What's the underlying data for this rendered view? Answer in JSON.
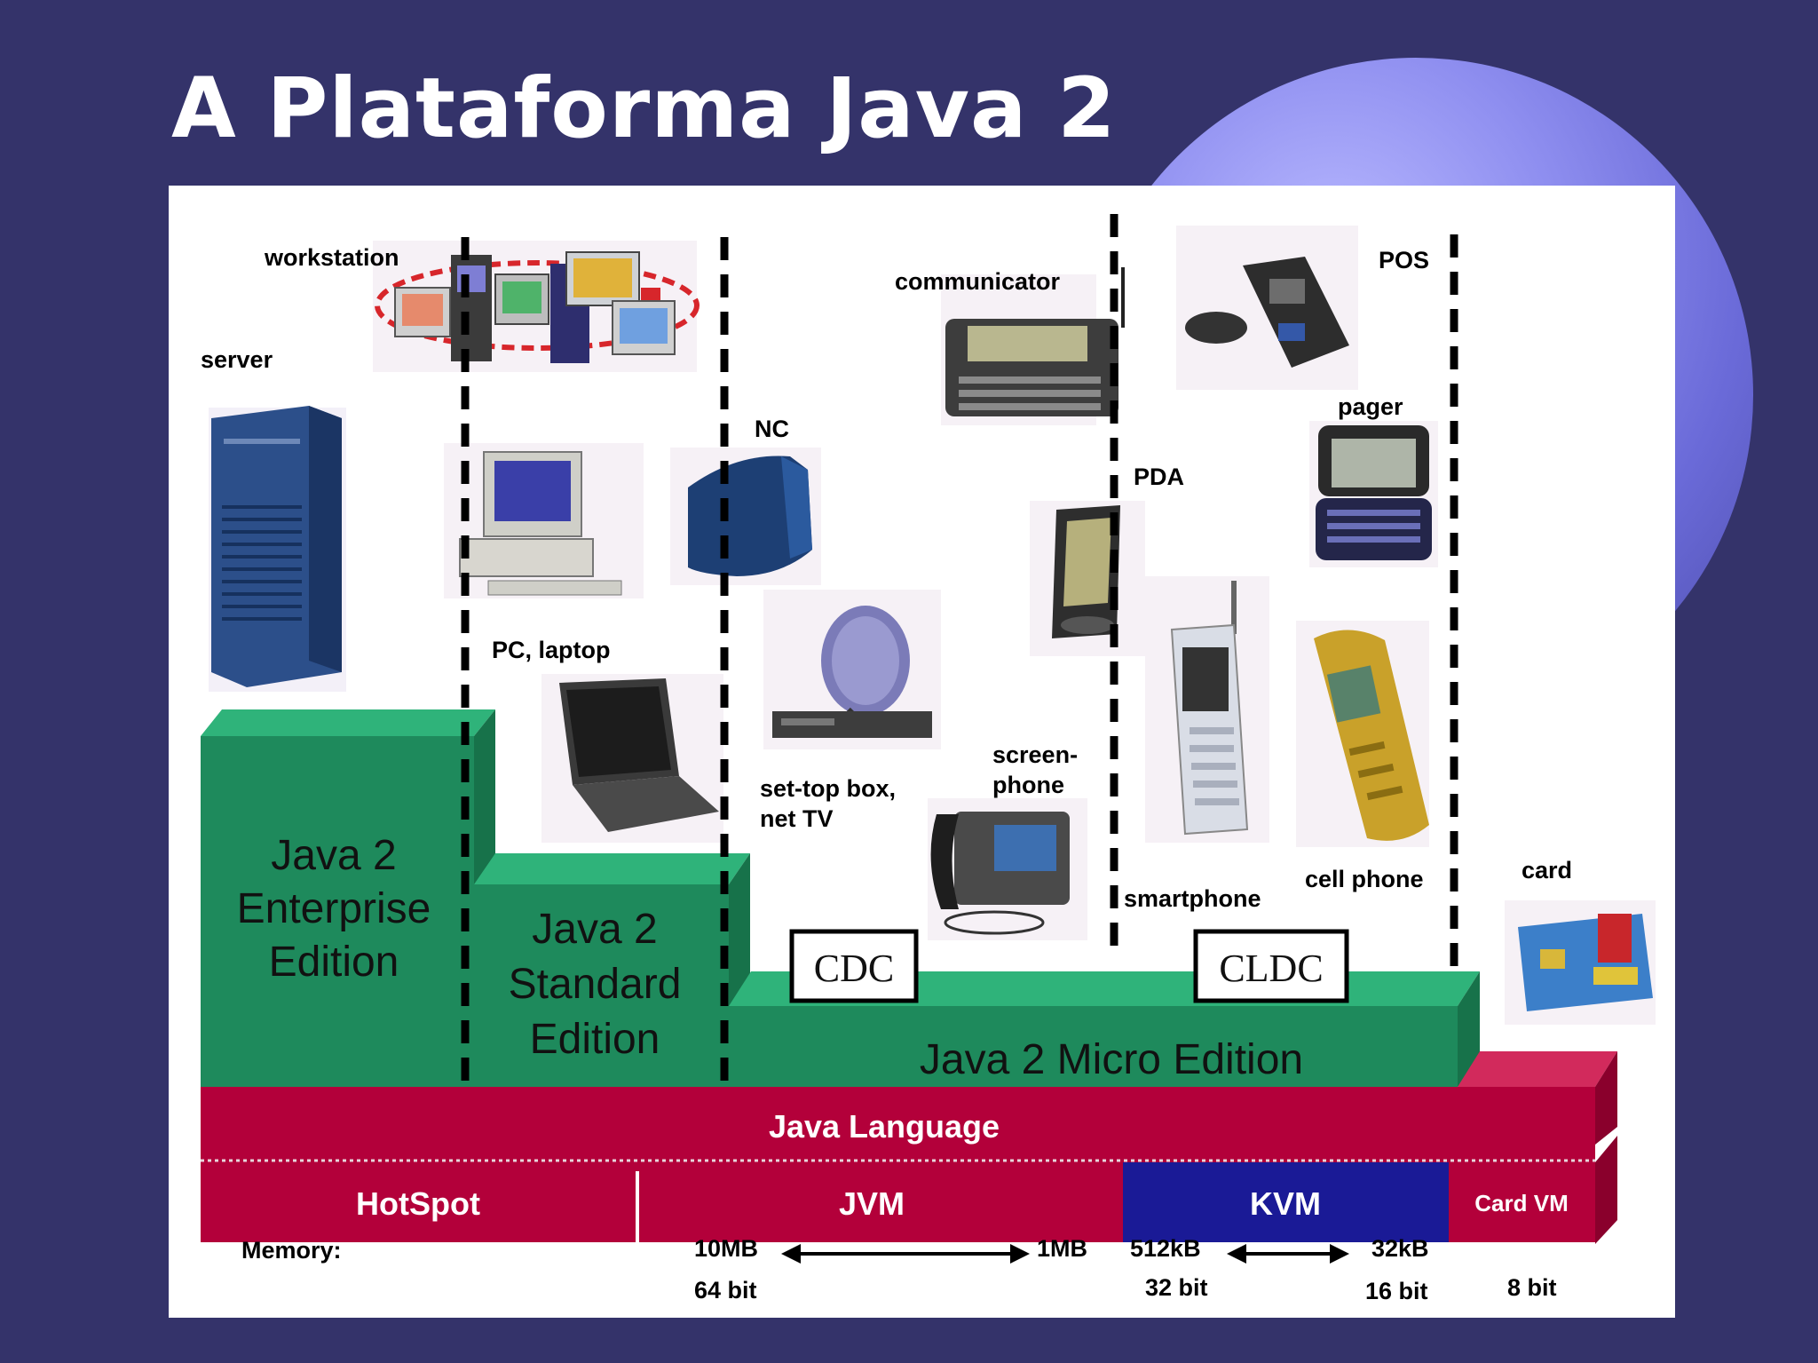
{
  "slide": {
    "title": "A Plataforma Java 2"
  },
  "diagram": {
    "devices": {
      "workstation": "workstation",
      "server": "server",
      "pc_laptop": "PC, laptop",
      "nc": "NC",
      "communicator": "communicator",
      "pos": "POS",
      "pager": "pager",
      "pda": "PDA",
      "set_top_box_line1": "set-top box,",
      "set_top_box_line2": "net TV",
      "screenphone_line1": "screen-",
      "screenphone_line2": "phone",
      "smartphone": "smartphone",
      "cell_phone": "cell phone",
      "card": "card"
    },
    "editions": {
      "enterprise": [
        "Java 2",
        "Enterprise",
        "Edition"
      ],
      "standard": [
        "Java 2",
        "Standard",
        "Edition"
      ],
      "micro": "Java 2 Micro Edition"
    },
    "configurations": {
      "cdc": "CDC",
      "cldc": "CLDC"
    },
    "layers": {
      "language": "Java Language",
      "hotspot": "HotSpot",
      "jvm": "JVM",
      "kvm": "KVM",
      "card_vm": "Card VM"
    },
    "memory": {
      "label": "Memory:",
      "jvm_max": "10MB",
      "jvm_min": "1MB",
      "kvm_max": "512kB",
      "kvm_min": "32kB",
      "bits_64": "64 bit",
      "bits_32": "32 bit",
      "bits_16": "16 bit",
      "bits_8": "8 bit"
    },
    "colors": {
      "background": "#34336a",
      "edition_green": "#1e8a5c",
      "language_red": "#b3003a",
      "kvm_blue": "#1a1a96"
    }
  }
}
